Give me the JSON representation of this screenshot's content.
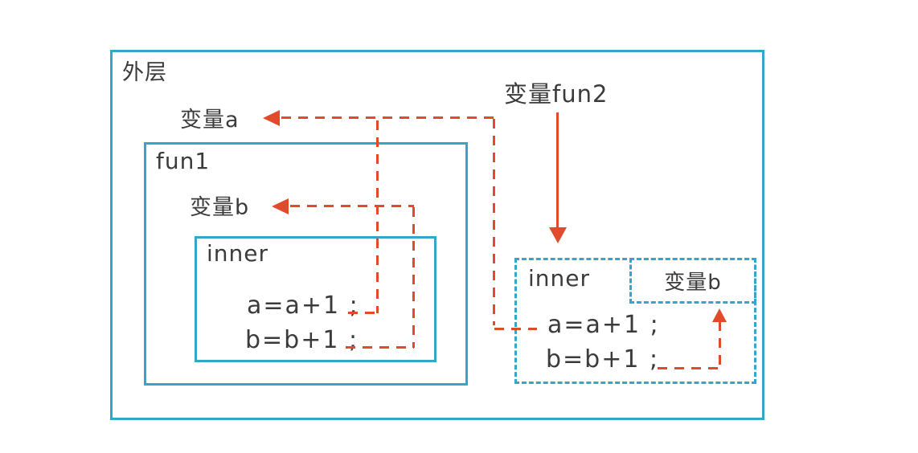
{
  "colors": {
    "box_blue": "#35A5C9",
    "arrow_red": "#E14B2B",
    "text_dark": "#3B3B3B",
    "background": "#FFFFFF"
  },
  "diagram": {
    "outer_scope": {
      "label": "外层",
      "var_a_label": "变量a"
    },
    "fun1_scope": {
      "label": "fun1",
      "var_b_label": "变量b"
    },
    "inner_left": {
      "label": "inner",
      "code": [
        "a=a+1 ;",
        "b=b+1 ;"
      ]
    },
    "var_fun2_label": "变量fun2",
    "inner_right": {
      "label": "inner",
      "code": [
        "a=a+1 ;",
        "b=b+1 ;"
      ],
      "var_b_label": "变量b"
    }
  }
}
